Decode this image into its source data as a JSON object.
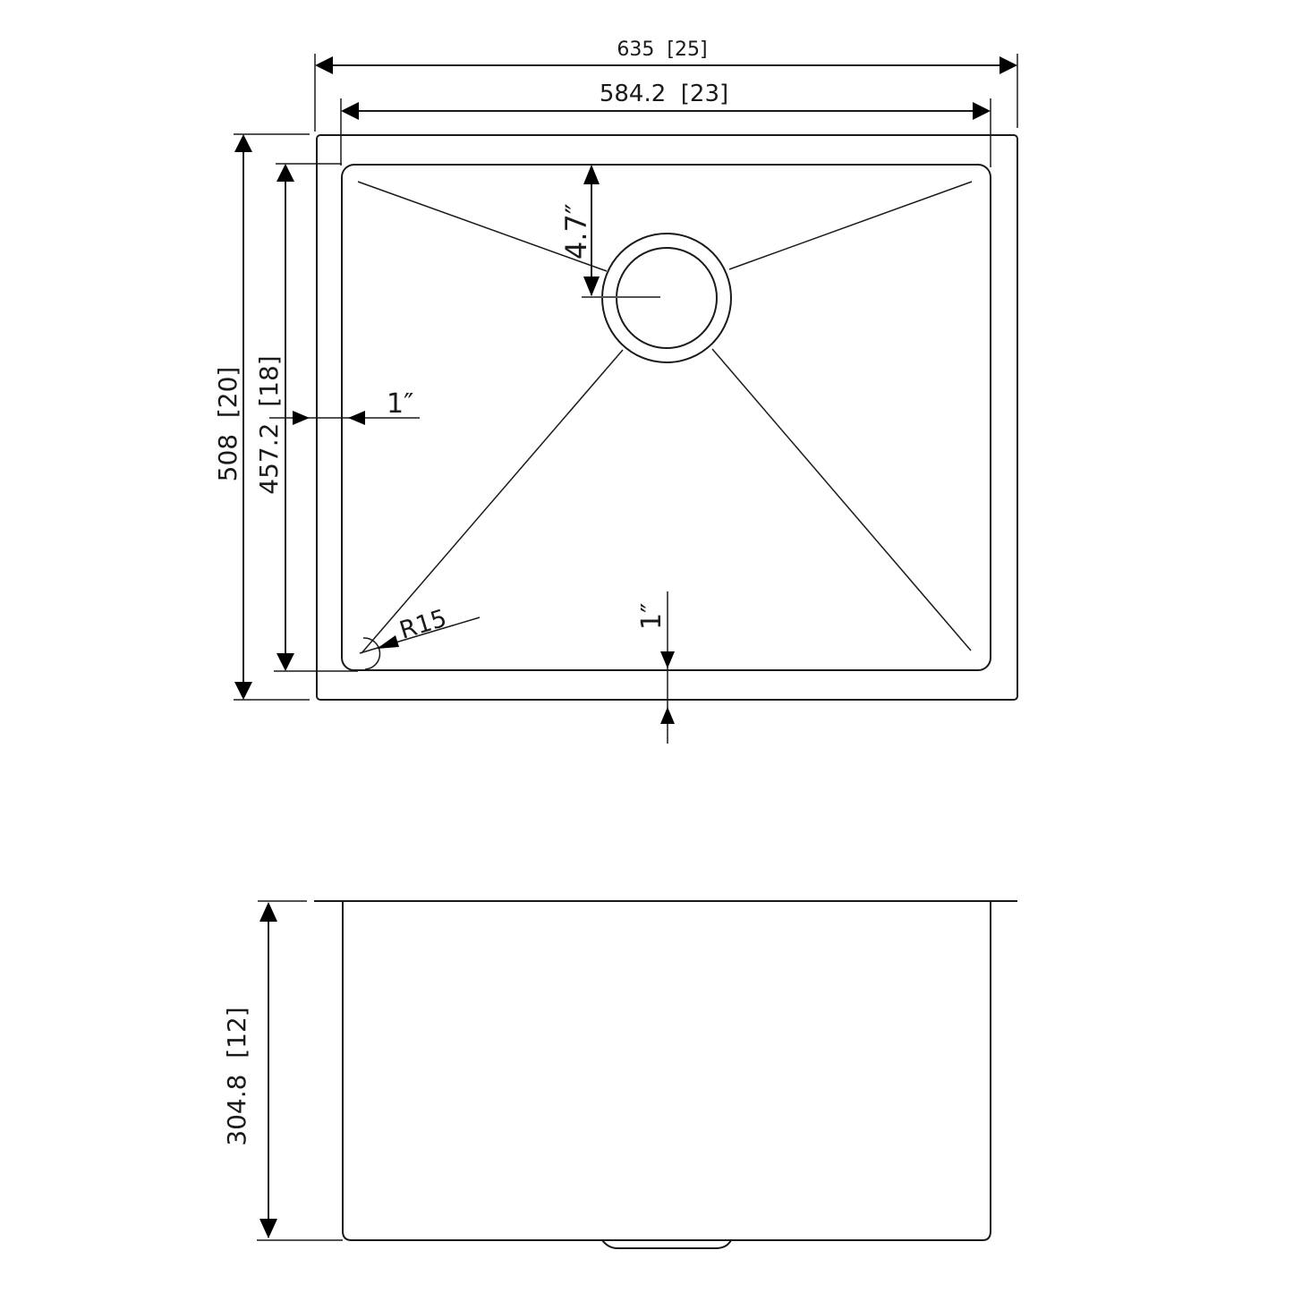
{
  "drawing": {
    "title": "Undermount kitchen sink dimension drawing",
    "units_primary": "mm",
    "units_secondary": "inch",
    "colors": {
      "line": "#1a1a1a",
      "background": "#ffffff",
      "center_line": "#555555"
    }
  },
  "top_view": {
    "overall_width": {
      "label": "635  [25]",
      "mm": 635,
      "in": 25
    },
    "inner_width": {
      "label": "584.2  [23]",
      "mm": 584.2,
      "in": 23
    },
    "overall_depth": {
      "label": "508  [20]",
      "mm": 508,
      "in": 20
    },
    "inner_depth": {
      "label": "457.2  [18]",
      "mm": 457.2,
      "in": 18
    },
    "side_rim": {
      "label": "1″",
      "in": 1
    },
    "front_rim": {
      "label": "1″",
      "in": 1
    },
    "drain_offset": {
      "label": "4.7″",
      "in": 4.7
    },
    "corner_radius": {
      "label": "R15",
      "mm": 15
    },
    "drain": {
      "type": "round drain",
      "icon": "drain-circle-icon"
    }
  },
  "side_view": {
    "bowl_depth": {
      "label": "304.8  [12]",
      "mm": 304.8,
      "in": 12
    }
  }
}
